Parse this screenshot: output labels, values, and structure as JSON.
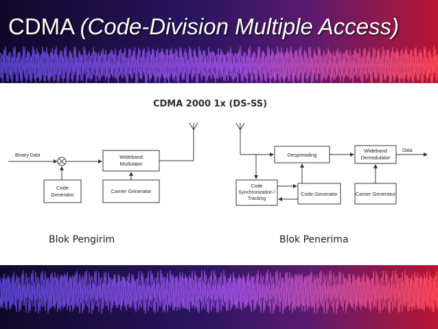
{
  "slide": {
    "title_main": "CDMA",
    "title_sub": "(Code-Division Multiple Access)"
  },
  "diagram": {
    "caption": "CDMA 2000 1x  (DS-SS)",
    "transmitter": {
      "label": "Blok Pengirim",
      "input": "Binary Data",
      "code_gen_1": "Code",
      "code_gen_2": "Generator",
      "modulator_1": "Wideband",
      "modulator_2": "Modulator",
      "carrier": "Carrier Generator"
    },
    "receiver": {
      "label": "Blok Penerima",
      "despreading": "Despreading",
      "demod_1": "Wideband",
      "demod_2": "Demodulator",
      "output": "Data",
      "sync_1": "Code",
      "sync_2": "Synchronization /",
      "sync_3": "Tracking",
      "code_gen": "Code Generator",
      "carrier": "Carrier Generator"
    }
  },
  "colors": {
    "wave_purple": "#6a3cc8",
    "wave_red": "#d21e3c",
    "panel": "#ffffff"
  }
}
